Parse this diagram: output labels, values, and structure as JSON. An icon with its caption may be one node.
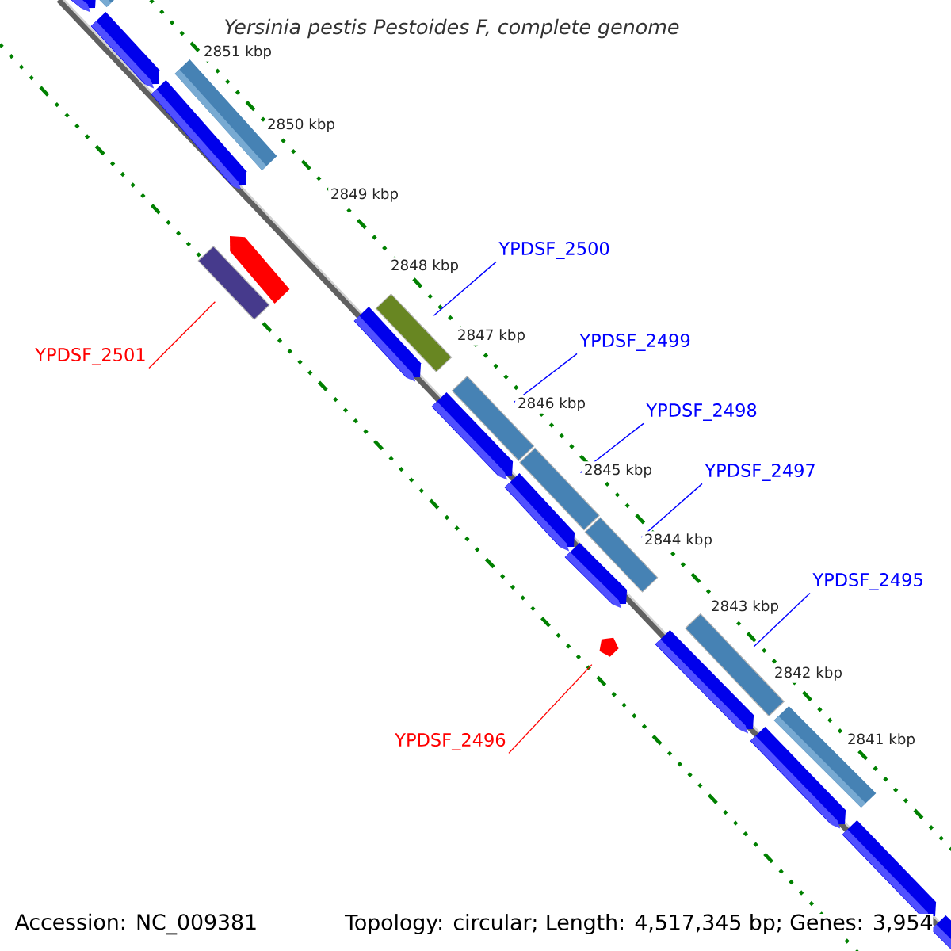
{
  "diagram": {
    "title": "Yersinia pestis Pestoides F, complete genome",
    "nodes": [
      {
        "text": [
          "YPDSF_2500"
        ]
      },
      {
        "text": [
          "YPDSF_2499"
        ]
      },
      {
        "text": [
          "YPDSF_2501"
        ]
      },
      {
        "text": [
          "YPDSF_2498"
        ]
      },
      {
        "text": [
          "YPDSF_2497"
        ]
      },
      {
        "text": [
          "YPDSF_2495"
        ]
      },
      {
        "text": [
          "YPDSF_2496"
        ]
      },
      {
        "text": [],
        "shape": "bar"
      },
      {
        "text": [],
        "shape": "bar"
      },
      {
        "text": [],
        "shape": "bar"
      },
      {
        "text": [],
        "shape": "bar"
      },
      {
        "text": [],
        "shape": "bar"
      },
      {
        "text": [],
        "shape": "bar"
      },
      {
        "text": [],
        "shape": "pentagon"
      }
    ],
    "edges": [
      {
        "from": 0,
        "to": 8,
        "arrow": "none"
      },
      {
        "from": 1,
        "to": 9,
        "arrow": "none"
      },
      {
        "from": 2,
        "to": 7,
        "arrow": "none",
        "color": "#ff0000"
      },
      {
        "from": 3,
        "to": 10,
        "arrow": "none"
      },
      {
        "from": 4,
        "to": 11,
        "arrow": "none"
      },
      {
        "from": 5,
        "to": 12,
        "arrow": "none"
      },
      {
        "from": 6,
        "to": 13,
        "arrow": "none",
        "color": "#ff0000"
      }
    ],
    "labels": [
      "2851 kbp",
      "2850 kbp",
      "2849 kbp",
      "2848 kbp",
      "2847 kbp",
      "2846 kbp",
      "2845 kbp",
      "2844 kbp",
      "2843 kbp",
      "2842 kbp",
      "2841 kbp",
      "Accession: NC_009381",
      "Topology: circular; Length: 4,517,345 bp; Genes: 3,954"
    ]
  }
}
